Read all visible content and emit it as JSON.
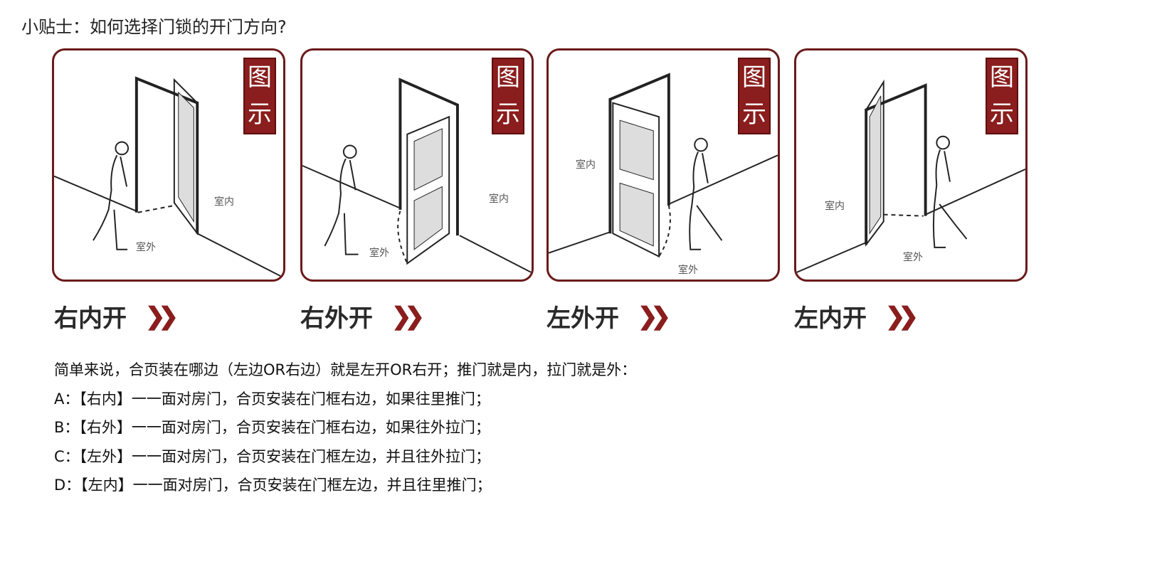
{
  "title": "小贴士：如何选择门锁的开门方向?",
  "badge_text": [
    "图",
    "示"
  ],
  "room_inside": "室内",
  "room_outside": "室外",
  "panels": [
    {
      "label": "右内开"
    },
    {
      "label": "右外开"
    },
    {
      "label": "左外开"
    },
    {
      "label": "左内开"
    }
  ],
  "chevron": "❯❯",
  "description": {
    "intro": "简单来说，合页装在哪边（左边OR右边）就是左开OR右开；推门就是内，拉门就是外：",
    "lines": [
      "A：【右内】一一面对房门，合页安装在门框右边，如果往里推门；",
      "B：【右外】一一面对房门，合页安装在门框右边，如果往外拉门；",
      "C：【左外】一一面对房门，合页安装在门框左边，并且往外拉门；",
      "D：【左内】一一面对房门，合页安装在门框左边，并且往里推门；"
    ]
  },
  "colors": {
    "accent": "#8a1d1d",
    "border": "#6b1a1a"
  }
}
